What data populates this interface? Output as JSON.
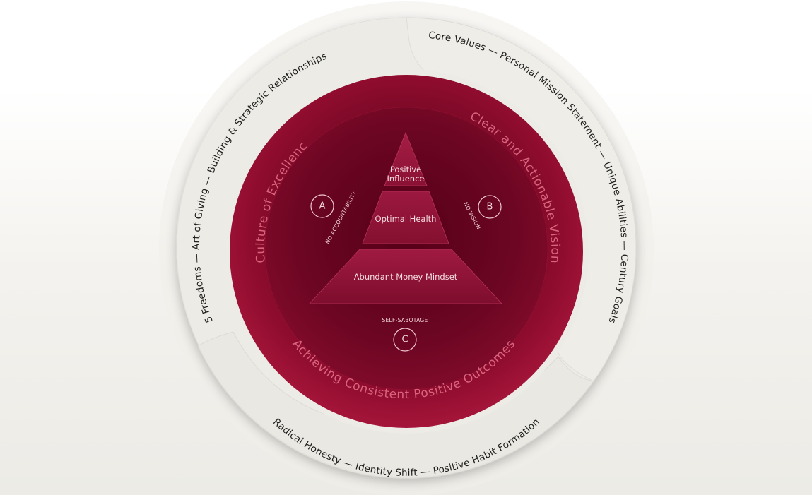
{
  "outer_ring": {
    "top_left_text": "5 Freedoms — Art of Giving — Building & Strategic Relationships",
    "right_text": "Core Values — Personal Mission Statement — Unique Abilities — Century Goals",
    "bottom_text": "Radical Honesty — Identity Shift — Positive Habit Formation"
  },
  "inner_ring": {
    "left_arc": "Culture of Excellence",
    "right_arc": "Clear and Actionable Vision",
    "bottom_arc": "Achieving Consistent Positive Outcomes"
  },
  "pyramid": {
    "top_line1": "Positive",
    "top_line2": "Influence",
    "middle": "Optimal Health",
    "bottom": "Abundant Money Mindset"
  },
  "markers": {
    "a_letter": "A",
    "a_caption": "NO ACCOUNTABILITY",
    "b_letter": "B",
    "b_caption": "NO VISION",
    "c_letter": "C",
    "c_caption": "SELF-SABOTAGE"
  },
  "colors": {
    "crimson_dark": "#5e0018",
    "crimson": "#9a0f33",
    "ring_beige": "#ecebe6",
    "arc_text_pink": "#d9647e"
  }
}
